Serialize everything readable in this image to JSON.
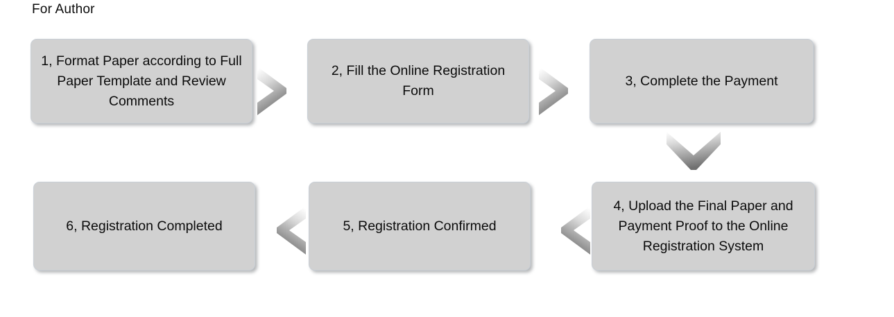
{
  "diagram": {
    "title": "For Author",
    "type": "flowchart",
    "background_color": "#ffffff",
    "node_fill_color": "#d1d1d1",
    "node_border_color": "#c9cfd6",
    "text_color": "#0a0a0a",
    "arrow_gradient_from": "#ffffff",
    "arrow_gradient_to": "#6f6f6f",
    "nodes": [
      {
        "id": "1",
        "label": "1, Format Paper according to Full Paper Template and Review Comments"
      },
      {
        "id": "2",
        "label": "2, Fill the Online Registration Form"
      },
      {
        "id": "3",
        "label": "3, Complete the Payment"
      },
      {
        "id": "4",
        "label": "4, Upload the Final Paper and Payment Proof to the Online Registration System"
      },
      {
        "id": "5",
        "label": "5, Registration Confirmed"
      },
      {
        "id": "6",
        "label": "6, Registration Completed"
      }
    ],
    "arrows": [
      {
        "id": "1-2",
        "from": "1",
        "to": "2",
        "direction": "right"
      },
      {
        "id": "2-3",
        "from": "2",
        "to": "3",
        "direction": "right"
      },
      {
        "id": "3-4",
        "from": "3",
        "to": "4",
        "direction": "down"
      },
      {
        "id": "4-5",
        "from": "4",
        "to": "5",
        "direction": "left"
      },
      {
        "id": "5-6",
        "from": "5",
        "to": "6",
        "direction": "left"
      }
    ]
  }
}
